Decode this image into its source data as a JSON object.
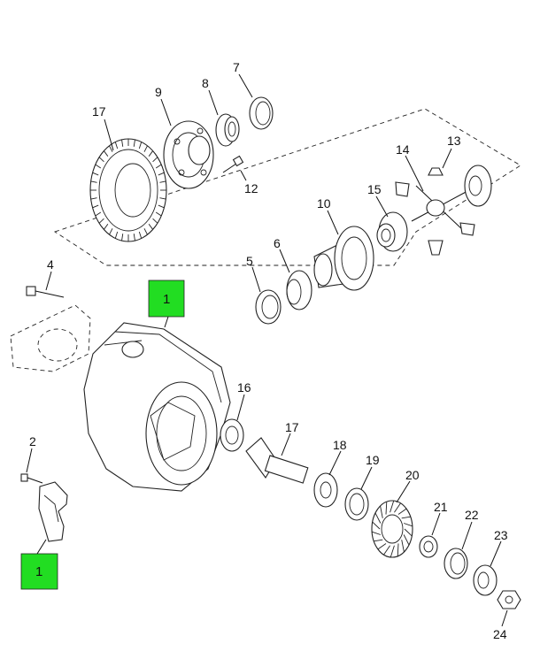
{
  "callouts": [
    {
      "id": "c17a",
      "label": "17"
    },
    {
      "id": "c9",
      "label": "9"
    },
    {
      "id": "c8",
      "label": "8"
    },
    {
      "id": "c7",
      "label": "7"
    },
    {
      "id": "c12",
      "label": "12"
    },
    {
      "id": "c13",
      "label": "13"
    },
    {
      "id": "c14",
      "label": "14"
    },
    {
      "id": "c15",
      "label": "15"
    },
    {
      "id": "c10",
      "label": "10"
    },
    {
      "id": "c6",
      "label": "6"
    },
    {
      "id": "c5",
      "label": "5"
    },
    {
      "id": "c4",
      "label": "4"
    },
    {
      "id": "c16",
      "label": "16"
    },
    {
      "id": "c17b",
      "label": "17"
    },
    {
      "id": "c18",
      "label": "18"
    },
    {
      "id": "c19",
      "label": "19"
    },
    {
      "id": "c20",
      "label": "20"
    },
    {
      "id": "c21",
      "label": "21"
    },
    {
      "id": "c22",
      "label": "22"
    },
    {
      "id": "c23",
      "label": "23"
    },
    {
      "id": "c24",
      "label": "24"
    },
    {
      "id": "c2",
      "label": "2"
    }
  ],
  "highlighted_labels": [
    {
      "id": "g1a",
      "label": "1"
    },
    {
      "id": "g1b",
      "label": "1"
    }
  ],
  "colors": {
    "highlight": "#22dd22",
    "line": "#222222",
    "background": "#ffffff"
  }
}
